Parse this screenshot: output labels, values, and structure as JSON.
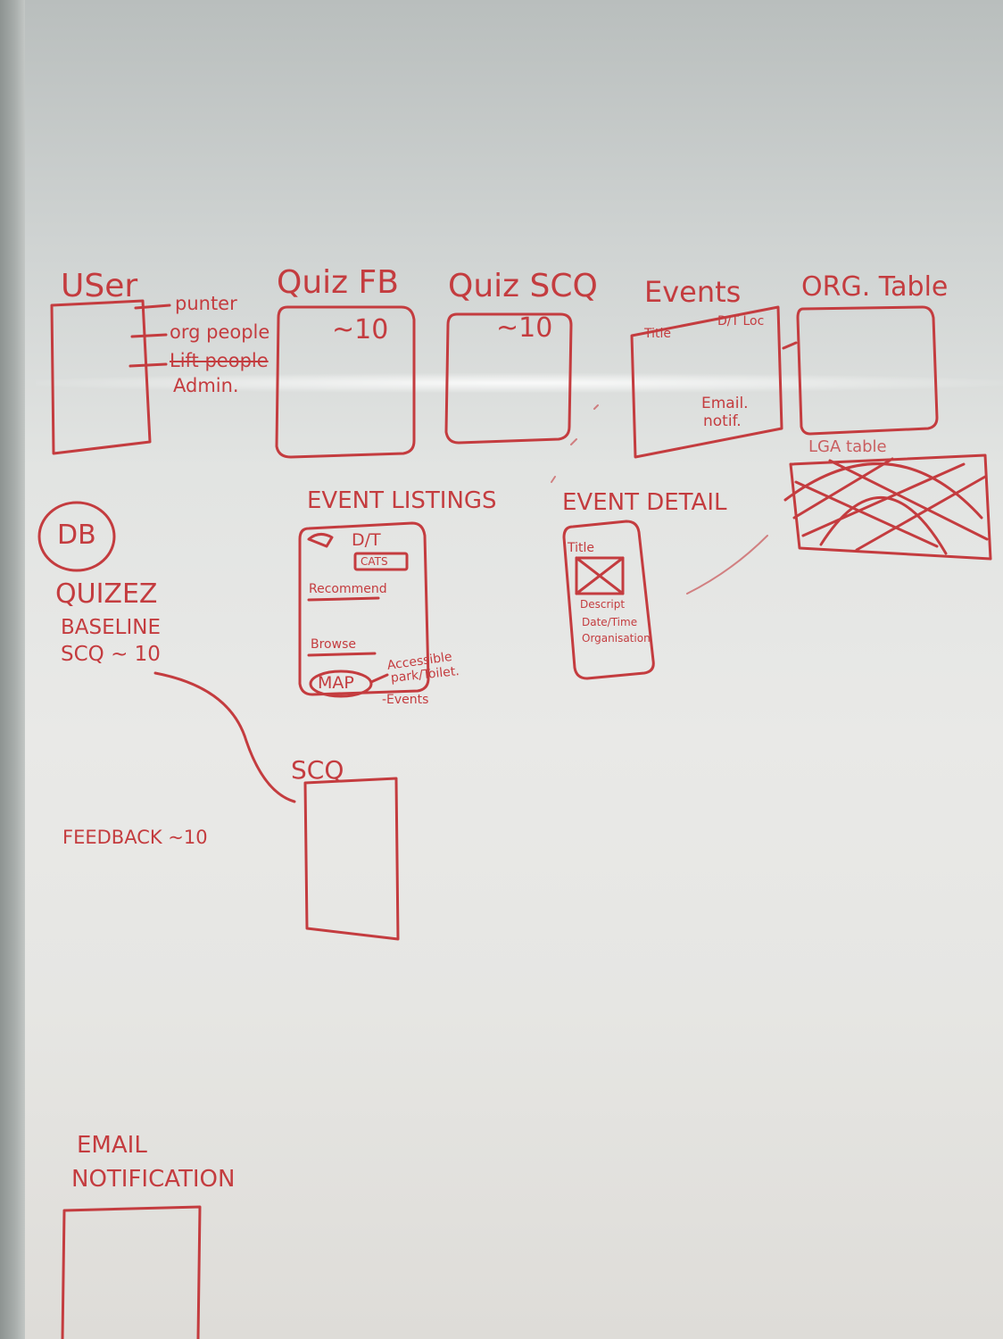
{
  "whiteboard": {
    "user": {
      "title": "USer",
      "roles": [
        "punter",
        "org people",
        "Lift people",
        "Admin."
      ]
    },
    "quiz_fb": {
      "title": "Quiz FB",
      "count": "~10"
    },
    "quiz_scq": {
      "title": "Quiz SCQ",
      "count": "~10"
    },
    "events": {
      "title": "Events",
      "fields": [
        "Title",
        "D/T Loc",
        "Email.",
        "notif."
      ]
    },
    "org_table": {
      "title": "ORG. Table",
      "note": "LGA table"
    },
    "db": {
      "label": "DB",
      "heading": "QUIZEZ",
      "baseline": "BASELINE",
      "scq": "SCQ ~ 10",
      "feedback": "FEEDBACK ~10"
    },
    "event_listings": {
      "title": "EVENT LISTINGS",
      "items": [
        "D/T",
        "CATS",
        "Recommend",
        "Browse",
        "MAP"
      ],
      "map_notes": [
        "Accessible",
        "park/Toilet.",
        "-Events"
      ]
    },
    "event_detail": {
      "title": "EVENT DETAIL",
      "items": [
        "Title",
        "Descript",
        "Date/Time",
        "Organisation"
      ]
    },
    "scq_box": {
      "title": "SCQ"
    },
    "email_notification": {
      "line1": "EMAIL",
      "line2": "NOTIFICATION"
    }
  }
}
